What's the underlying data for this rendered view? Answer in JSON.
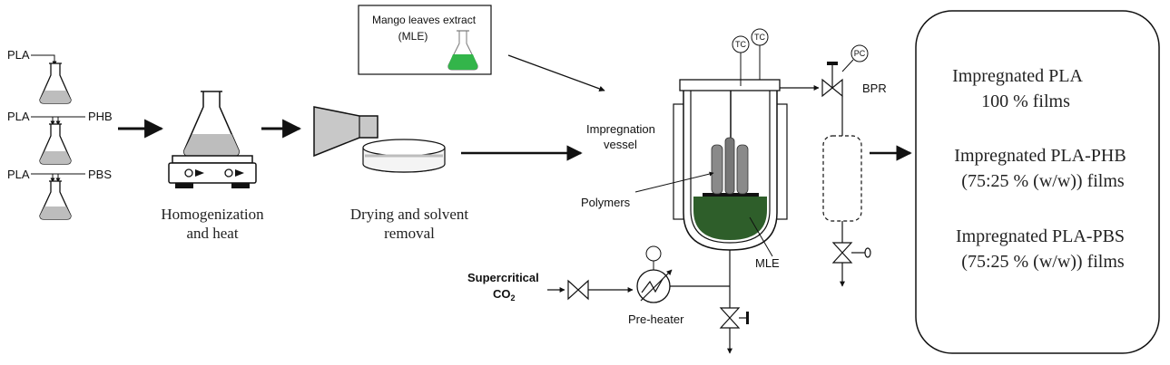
{
  "prep": {
    "pla1": "PLA",
    "pla2": "PLA",
    "phb": "PHB",
    "pla3": "PLA",
    "pbs": "PBS"
  },
  "steps": {
    "homog_line1": "Homogenization",
    "homog_line2": "and heat",
    "drying_line1": "Drying and solvent",
    "drying_line2": "removal"
  },
  "extract": {
    "line1": "Mango leaves extract",
    "line2": "(MLE)"
  },
  "reactor": {
    "vessel_line1": "Impregnation",
    "vessel_line2": "vessel",
    "polymers": "Polymers",
    "mle": "MLE",
    "tc1": "TC",
    "tc2": "TC",
    "pc": "PC",
    "bpr": "BPR",
    "co2_line1": "Supercritical",
    "co2_line2": "CO",
    "co2_sub": "2",
    "preheater": "Pre-heater"
  },
  "results": {
    "r1_line1": "Impregnated PLA",
    "r1_line2": "100 % films",
    "r2_line1": "Impregnated PLA-PHB",
    "r2_line2": "(75:25 % (w/w)) films",
    "r3_line1": "Impregnated PLA-PBS",
    "r3_line2": "(75:25 % (w/w)) films"
  },
  "colors": {
    "solution_gray": "#bdbdbd",
    "extract_green": "#33b54a",
    "mle_dark_green": "#2e5e2a",
    "polymer_gray": "#8a8a8a"
  }
}
